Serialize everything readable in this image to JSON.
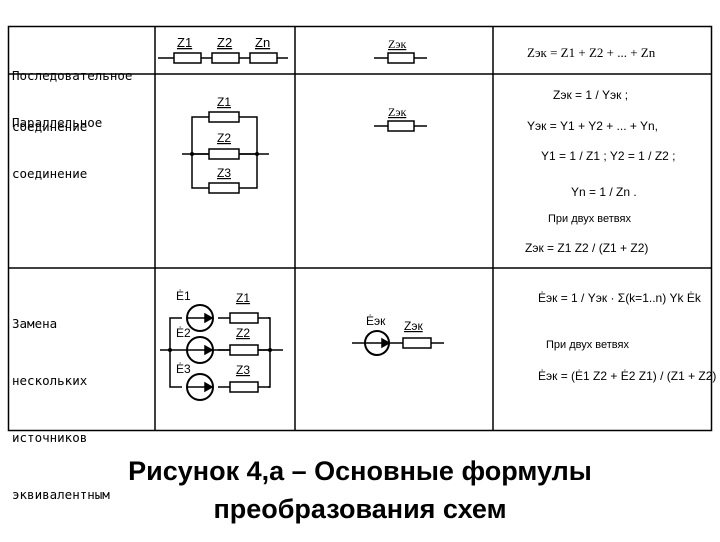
{
  "rows": [
    {
      "label_lines": [
        "Последовательное",
        "соединение"
      ],
      "scheme_labels": [
        "Z1",
        "Z2",
        "Zn"
      ],
      "equiv_label": "Zэк",
      "formula": "Zэк = Z1 + Z2 + ... + Zn"
    },
    {
      "label_lines": [
        "Параллельное",
        "соединение"
      ],
      "scheme_labels": [
        "Z1",
        "Z2",
        "Z3"
      ],
      "equiv_label": "Zэк",
      "formulas": [
        "Zэк = 1 / Yэк ;",
        "Yэк = Y1 + Y2 + ... + Yn,",
        "Y1 = 1 / Z1 ;   Y2 = 1 / Z2 ;",
        "Yn = 1 / Zn ."
      ],
      "two_branches_note": "При двух ветвях",
      "two_branches_formula": "Zэк = Z1 Z2 / (Z1 + Z2)"
    },
    {
      "label_lines": [
        "Замена",
        "нескольких",
        "источников",
        "эквивалентным"
      ],
      "scheme_labels": [
        "Ė1",
        "Z1",
        "Ė2",
        "Z2",
        "Ė3",
        "Z3"
      ],
      "equiv_labels": [
        "Ėэк",
        "Zэк"
      ],
      "formula": "Ėэк = 1 / Yэк · Σ(k=1..n) Yk Ėk",
      "two_branches_note": "При двух ветвях",
      "two_branches_formula": "Ėэк = (Ė1 Z2 + Ė2 Z1) / (Z1 + Z2)"
    }
  ],
  "caption": {
    "line1": "Рисунок 4,а – Основные формулы",
    "line2": "преобразования схем"
  }
}
